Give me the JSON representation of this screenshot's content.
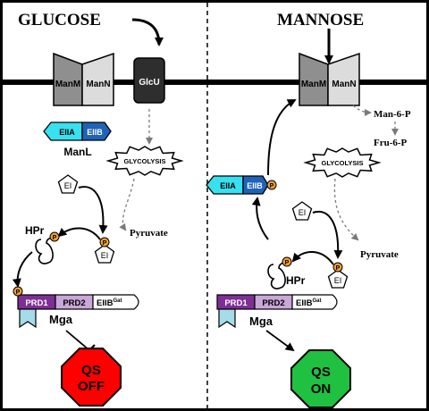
{
  "colors": {
    "membrane": "#000000",
    "manm_fill": "#8f8f8f",
    "mann_fill": "#dcdcdc",
    "glcu_fill": "#2e2e2e",
    "eiia_fill": "#38e0f0",
    "eiib_fill": "#1e63b8",
    "phosphate": "#f0a030",
    "prd1": "#7e2f96",
    "prd2": "#c9a7d8",
    "eiibgat": "#ffffff",
    "dna_binding": "#a6dbe8",
    "qs_off": "#ff0000",
    "qs_on": "#20c040",
    "arrow_gray": "#7a7a7a"
  },
  "left_panel": {
    "title": "GLUCOSE",
    "manm": "ManM",
    "mann": "ManN",
    "glcu": "GlcU",
    "eiia": "EIIA",
    "eiib": "EIIB",
    "manl": "ManL",
    "glycolysis": "GLYCOLYSIS",
    "ei_top": "EI",
    "ei_bottom": "EI",
    "pyruvate": "Pyruvate",
    "hpr": "HPr",
    "phos_hpr": "P",
    "phos_ei": "P",
    "phos_prd": "P",
    "prd1": "PRD1",
    "prd2": "PRD2",
    "eiibgat_main": "EIIB",
    "eiibgat_sup": "Gat",
    "mga": "Mga",
    "qs_line1": "QS",
    "qs_line2": "OFF"
  },
  "right_panel": {
    "title": "MANNOSE",
    "manm": "ManM",
    "mann": "ManN",
    "man6p": "Man-6-P",
    "fru6p": "Fru-6-P",
    "glycolysis": "GLYCOLYSIS",
    "eiia": "EIIA",
    "eiib": "EIIB",
    "phos_eiib": "P",
    "ei_top": "EI",
    "ei_bottom": "EI",
    "pyruvate": "Pyruvate",
    "hpr": "HPr",
    "phos_hpr": "P",
    "phos_ei": "P",
    "prd1": "PRD1",
    "prd2": "PRD2",
    "eiibgat_main": "EIIB",
    "eiibgat_sup": "Gat",
    "mga": "Mga",
    "qs_line1": "QS",
    "qs_line2": "ON"
  }
}
